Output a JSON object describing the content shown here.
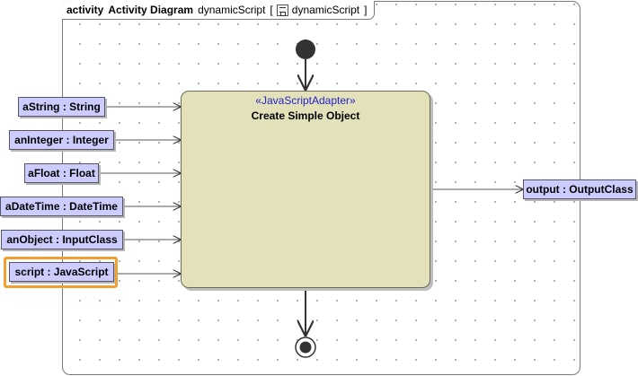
{
  "frame": {
    "kind": "activity",
    "title": "Activity Diagram",
    "name": "dynamicScript",
    "behavior_open": "[",
    "behavior": "dynamicScript",
    "behavior_close": "]",
    "behavior_icon": "script-icon"
  },
  "action": {
    "stereotype": "«JavaScriptAdapter»",
    "name": "Create Simple Object"
  },
  "input_pins": [
    {
      "id": "aString",
      "label": "aString : String"
    },
    {
      "id": "anInteger",
      "label": "anInteger : Integer"
    },
    {
      "id": "aFloat",
      "label": "aFloat : Float"
    },
    {
      "id": "aDateTime",
      "label": "aDateTime : DateTime"
    },
    {
      "id": "anObject",
      "label": "anObject : InputClass"
    },
    {
      "id": "script",
      "label": "script : JavaScript",
      "selected": true
    }
  ],
  "output_pins": [
    {
      "id": "output",
      "label": "output : OutputClass"
    }
  ],
  "nodes": {
    "initial": "initial-node-icon",
    "final": "activity-final-node-icon"
  },
  "colors": {
    "action_fill": "#e2e1ba",
    "pin_fill": "#ccccff",
    "stereotype_text": "#2323c8",
    "selection": "#f0a030"
  }
}
